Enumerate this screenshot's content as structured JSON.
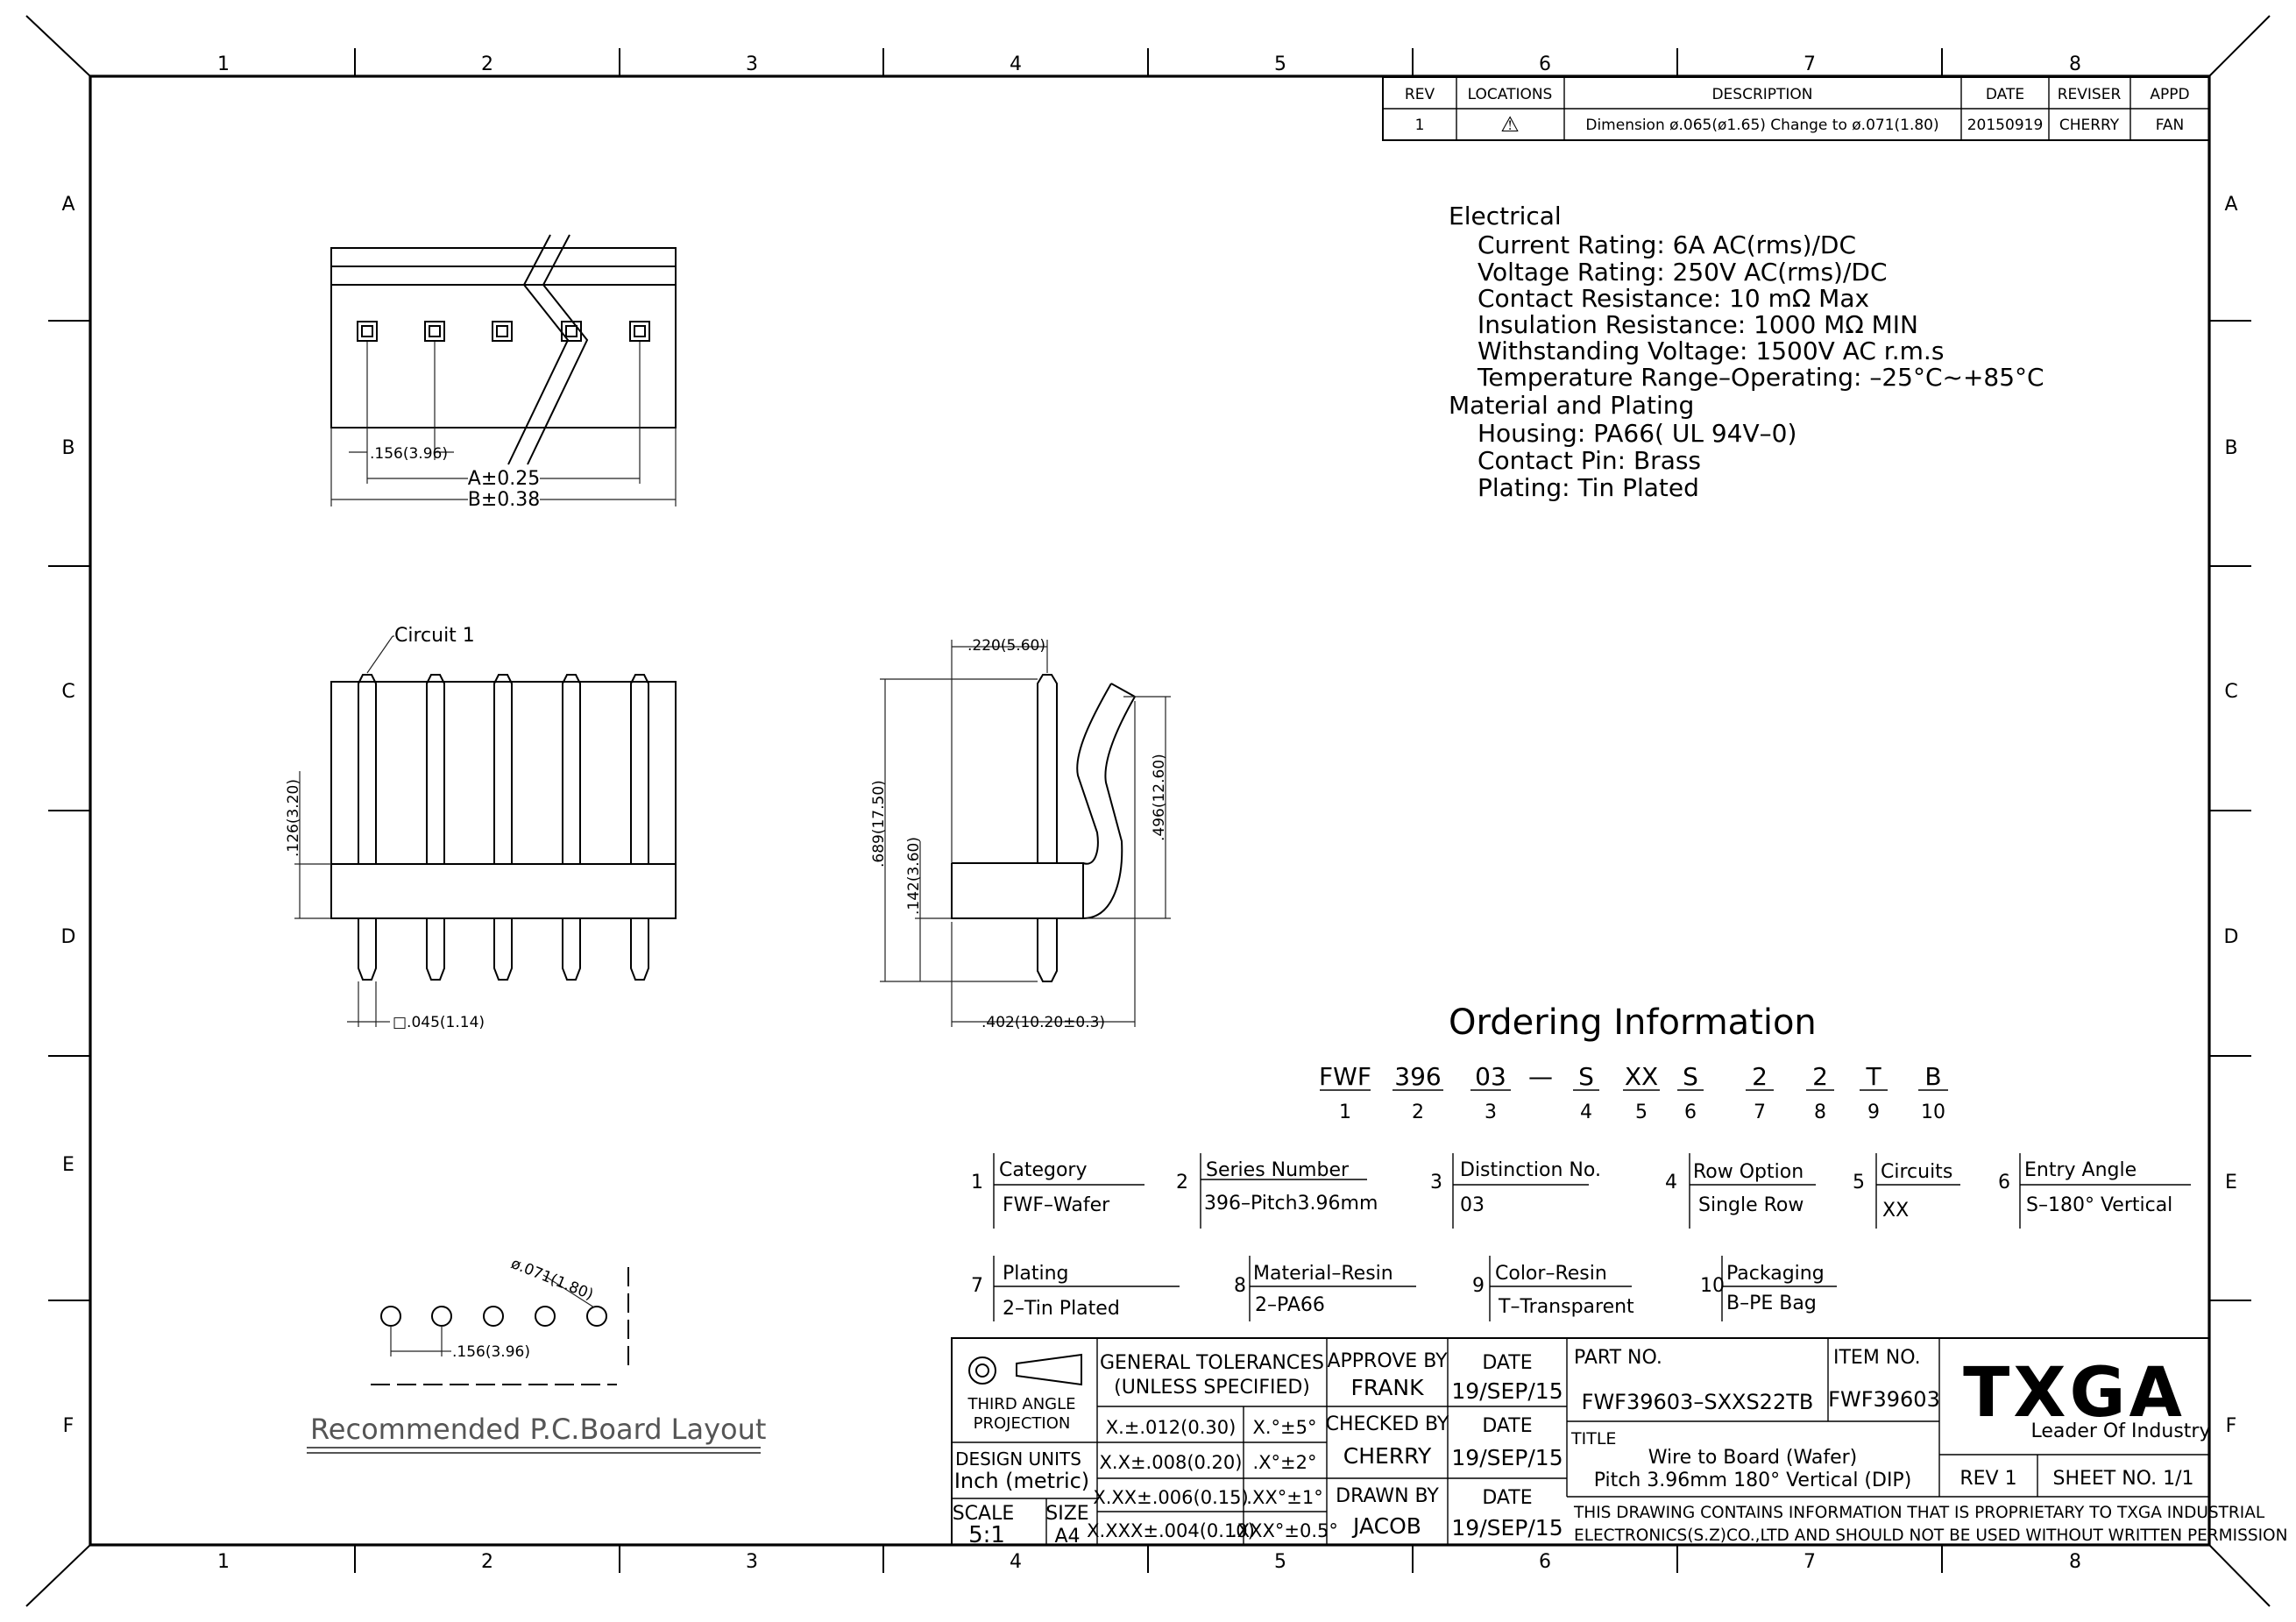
{
  "frame": {
    "col_labels": [
      "1",
      "2",
      "3",
      "4",
      "5",
      "6",
      "7",
      "8"
    ],
    "row_labels": [
      "A",
      "B",
      "C",
      "D",
      "E",
      "F"
    ]
  },
  "revision": {
    "headers": [
      "REV",
      "LOCATIONS",
      "DESCRIPTION",
      "DATE",
      "REVISER",
      "APPD"
    ],
    "row": {
      "rev": "1",
      "location_symbol": "⚠",
      "description": "Dimension ø.065(ø1.65) Change to ø.071(1.80)",
      "date": "20150919",
      "reviser": "CHERRY",
      "appd": "FAN"
    }
  },
  "specs": {
    "electrical_heading": "Electrical",
    "electrical": [
      "Current Rating: 6A AC(rms)/DC",
      "Voltage Rating: 250V AC(rms)/DC",
      "Contact Resistance: 10 mΩ Max",
      "Insulation Resistance: 1000 MΩ MIN",
      "Withstanding Voltage: 1500V AC r.m.s",
      "Temperature Range–Operating: –25°C~+85°C"
    ],
    "material_heading": "Material and Plating",
    "material": [
      "Housing: PA66( UL 94V–0)",
      "Contact Pin: Brass",
      "Plating: Tin Plated"
    ]
  },
  "top_view": {
    "pitch_dim": ".156(3.96)",
    "dim_a": "A±0.25",
    "dim_b": "B±0.38"
  },
  "front_view": {
    "circuit_label": "Circuit 1",
    "height_dim": ".126(3.20)",
    "pin_dim": "□.045(1.14)"
  },
  "side_view": {
    "top_dim": ".220(5.60)",
    "total_height_dim": ".689(17.50)",
    "lower_dim": ".142(3.60)",
    "right_dim": ".496(12.60)",
    "bottom_dim": ".402(10.20±0.3)"
  },
  "ordering": {
    "title": "Ordering Information",
    "codes": [
      "FWF",
      "396",
      "03",
      "S",
      "XX",
      "S",
      "2",
      "2",
      "T",
      "B"
    ],
    "dash": "—",
    "indices": [
      "1",
      "2",
      "3",
      "4",
      "5",
      "6",
      "7",
      "8",
      "9",
      "10"
    ],
    "items": [
      {
        "num": "1",
        "label": "Category",
        "value": "FWF–Wafer"
      },
      {
        "num": "2",
        "label": "Series Number",
        "value": "396–Pitch3.96mm"
      },
      {
        "num": "3",
        "label": "Distinction No.",
        "value": "03"
      },
      {
        "num": "4",
        "label": "Row Option",
        "value": "Single Row"
      },
      {
        "num": "5",
        "label": "Circuits",
        "value": "XX"
      },
      {
        "num": "6",
        "label": "Entry Angle",
        "value": "S–180° Vertical"
      },
      {
        "num": "7",
        "label": "Plating",
        "value": "2–Tin Plated"
      },
      {
        "num": "8",
        "label": "Material–Resin",
        "value": "2–PA66"
      },
      {
        "num": "9",
        "label": "Color–Resin",
        "value": "T–Transparent"
      },
      {
        "num": "10",
        "label": "Packaging",
        "value": "B–PE Bag"
      }
    ]
  },
  "pcb": {
    "hole_dim": "ø.071(1.80)",
    "pitch_dim": ".156(3.96)",
    "caption": "Recommended P.C.Board Layout"
  },
  "title_block": {
    "projection_line1": "THIRD ANGLE",
    "projection_line2": "PROJECTION",
    "design_units_label": "DESIGN UNITS",
    "design_units_value": "Inch (metric)",
    "scale_label": "SCALE",
    "scale_value": "5:1",
    "size_label": "SIZE",
    "size_value": "A4",
    "tolerances_line1": "GENERAL TOLERANCES",
    "tolerances_line2": "(UNLESS SPECIFIED)",
    "tolerances": [
      {
        "linear": "X.±.012(0.30)",
        "angular": "X.°±5°"
      },
      {
        "linear": "X.X±.008(0.20)",
        "angular": ".X°±2°"
      },
      {
        "linear": "X.XX±.006(0.15)",
        "angular": ".XX°±1°"
      },
      {
        "linear": "X.XXX±.004(0.10)",
        "angular": ".XXX°±0.5°"
      }
    ],
    "approve_by_label": "APPROVE BY",
    "approve_by": "FRANK",
    "checked_by_label": "CHECKED BY",
    "checked_by": "CHERRY",
    "drawn_by_label": "DRAWN BY",
    "drawn_by": "JACOB",
    "date_label": "DATE",
    "dates": [
      "19/SEP/15",
      "19/SEP/15",
      "19/SEP/15"
    ],
    "part_no_label": "PART NO.",
    "part_no": "FWF39603–SXXS22TB",
    "item_no_label": "ITEM NO.",
    "item_no": "FWF39603",
    "title_label": "TITLE",
    "title_line1": "Wire to Board (Wafer)",
    "title_line2": "Pitch 3.96mm 180° Vertical (DIP)",
    "rev": "REV 1",
    "sheet": "SHEET NO. 1/1",
    "logo": "TXGA",
    "tagline": "Leader Of Industry",
    "notice_line1": "THIS DRAWING CONTAINS INFORMATION THAT IS PROPRIETARY TO TXGA INDUSTRIAL",
    "notice_line2": "ELECTRONICS(S.Z)CO.,LTD AND SHOULD NOT BE USED WITHOUT WRITTEN PERMISSION"
  }
}
